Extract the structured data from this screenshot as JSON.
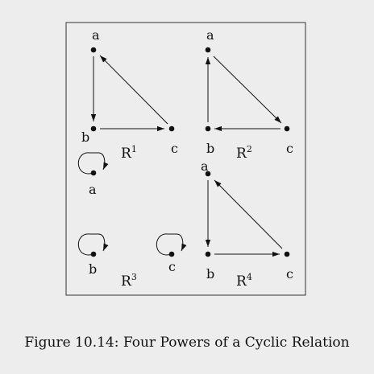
{
  "panels": {
    "r1": {
      "nodes": {
        "a": "a",
        "b": "b",
        "c": "c"
      },
      "label": "R",
      "exponent": "1"
    },
    "r2": {
      "nodes": {
        "a": "a",
        "b": "b",
        "c": "c"
      },
      "label": "R",
      "exponent": "2"
    },
    "r3": {
      "nodes": {
        "a": "a",
        "b": "b",
        "c": "c"
      },
      "label": "R",
      "exponent": "3"
    },
    "r4": {
      "nodes": {
        "a": "a",
        "b": "b",
        "c": "c"
      },
      "label": "R",
      "exponent": "4"
    }
  },
  "caption": "Figure 10.14: Four Powers of a Cyclic Relation"
}
